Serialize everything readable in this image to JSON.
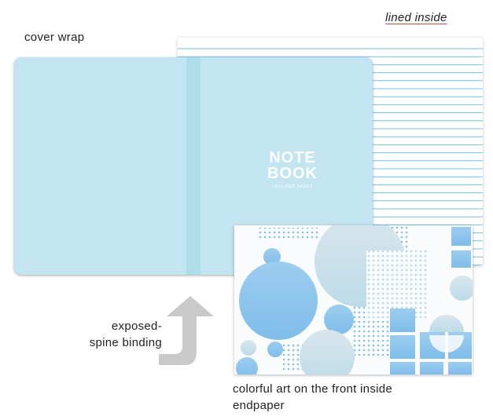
{
  "labels": {
    "cover_wrap": "cover wrap",
    "lined_inside": "lined inside",
    "exposed_spine_line1": "exposed-",
    "exposed_spine_line2": "spine binding",
    "colorful_art_line1": "colorful art on the front inside",
    "colorful_art_line2": "endpaper"
  },
  "notebook_cover": {
    "title_line1": "NOTE",
    "title_line2": "BOOK",
    "subtitle": "160 LINED PAGES"
  },
  "colors": {
    "cover": "#c2e5f1",
    "spine_band": "#acdde8",
    "line_blue": "#6fc3e6",
    "art_blue": "#8ec6ee",
    "art_pale": "#c8dfe9",
    "arrow_gray": "#c9c9c9",
    "underline_red": "#e2473b"
  },
  "icons": {
    "arrow": "curved-up-arrow-icon"
  }
}
